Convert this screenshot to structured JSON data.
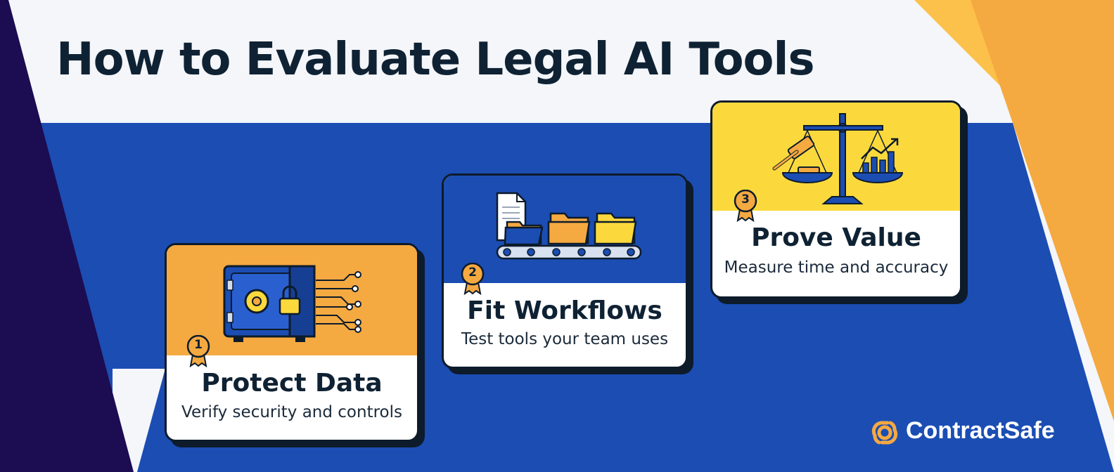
{
  "title": "How to Evaluate Legal AI Tools",
  "steps": [
    {
      "number": "1",
      "title": "Protect Data",
      "subtitle": "Verify security and controls",
      "icon": "safe-circuit-icon",
      "accent": "#f5a941"
    },
    {
      "number": "2",
      "title": "Fit Workflows",
      "subtitle": "Test tools your team uses",
      "icon": "conveyor-folders-icon",
      "accent": "#1b4db3"
    },
    {
      "number": "3",
      "title": "Prove Value",
      "subtitle": "Measure time and accuracy",
      "icon": "scales-gavel-chart-icon",
      "accent": "#fbd93d"
    }
  ],
  "brand": {
    "name": "ContractSafe",
    "icon": "contractsafe-logo-icon",
    "color": "#f5a941"
  },
  "colors": {
    "navy": "#1c0c52",
    "blue": "#1b4db3",
    "orange": "#f5a941",
    "yellow": "#fbd93d"
  }
}
